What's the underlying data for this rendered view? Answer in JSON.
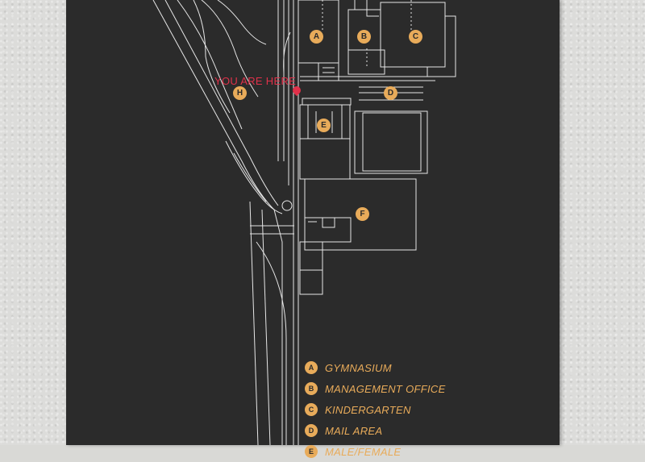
{
  "you_are_here": "YOU ARE HERE",
  "map_markers": {
    "a": "A",
    "b": "B",
    "c": "C",
    "d": "D",
    "e": "E",
    "f": "F",
    "h": "H"
  },
  "legend": [
    {
      "letter": "A",
      "label": "GYMNASIUM"
    },
    {
      "letter": "B",
      "label": "MANAGEMENT OFFICE"
    },
    {
      "letter": "C",
      "label": "KINDERGARTEN"
    },
    {
      "letter": "D",
      "label": "MAIL AREA"
    },
    {
      "letter": "E",
      "label": "MALE/FEMALE"
    }
  ],
  "colors": {
    "accent": "#e8ab5a",
    "here": "#e0314a",
    "sign": "#2b2b2b",
    "lines": "#e6e6e6"
  }
}
